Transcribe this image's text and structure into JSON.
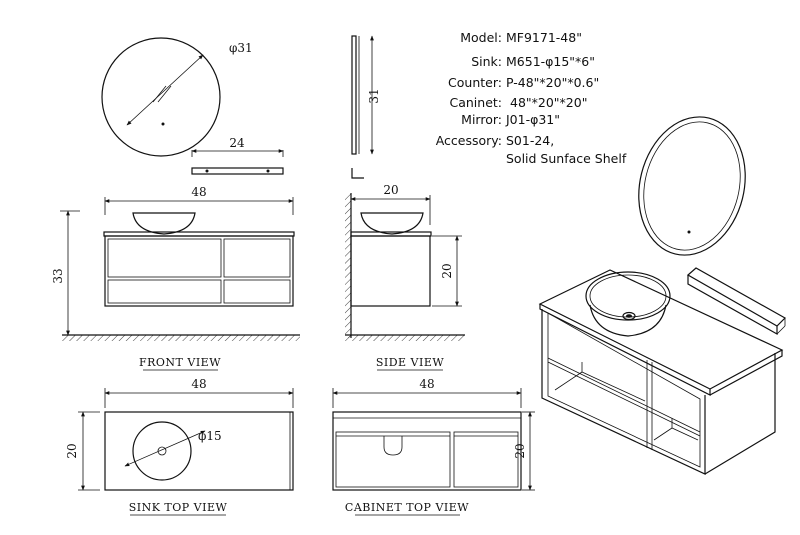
{
  "specs": {
    "model_label": "Model:",
    "model_value": "MF9171-48\"",
    "sink_label": "Sink:",
    "sink_value": "M651-φ15\"*6\"",
    "counter_label": "Counter:",
    "counter_value": "P-48\"*20\"*0.6\"",
    "cabinet_label": "Caninet:",
    "cabinet_value": "48\"*20\"*20\"",
    "mirror_label": "Mirror:",
    "mirror_value": "J01-φ31\"",
    "accessory_label": "Accessory:",
    "accessory_value_1": "S01-24,",
    "accessory_value_2": "Solid Sunface Shelf"
  },
  "views": {
    "front": "FRONT VIEW",
    "side": "SIDE VIEW",
    "sink_top": "SINK TOP VIEW",
    "cabinet_top": "CABINET TOP VIEW"
  },
  "dimensions": {
    "mirror_diameter": "φ31",
    "mirror_height": "31",
    "shelf_width": "24",
    "front_width": "48",
    "front_height": "33",
    "side_depth": "20",
    "side_height": "20",
    "sink_top_width": "48",
    "sink_top_depth": "20",
    "sink_diameter": "φ15",
    "cabinet_top_width": "48",
    "cabinet_top_depth": "20"
  },
  "colors": {
    "line": "#111111",
    "background": "#ffffff"
  }
}
